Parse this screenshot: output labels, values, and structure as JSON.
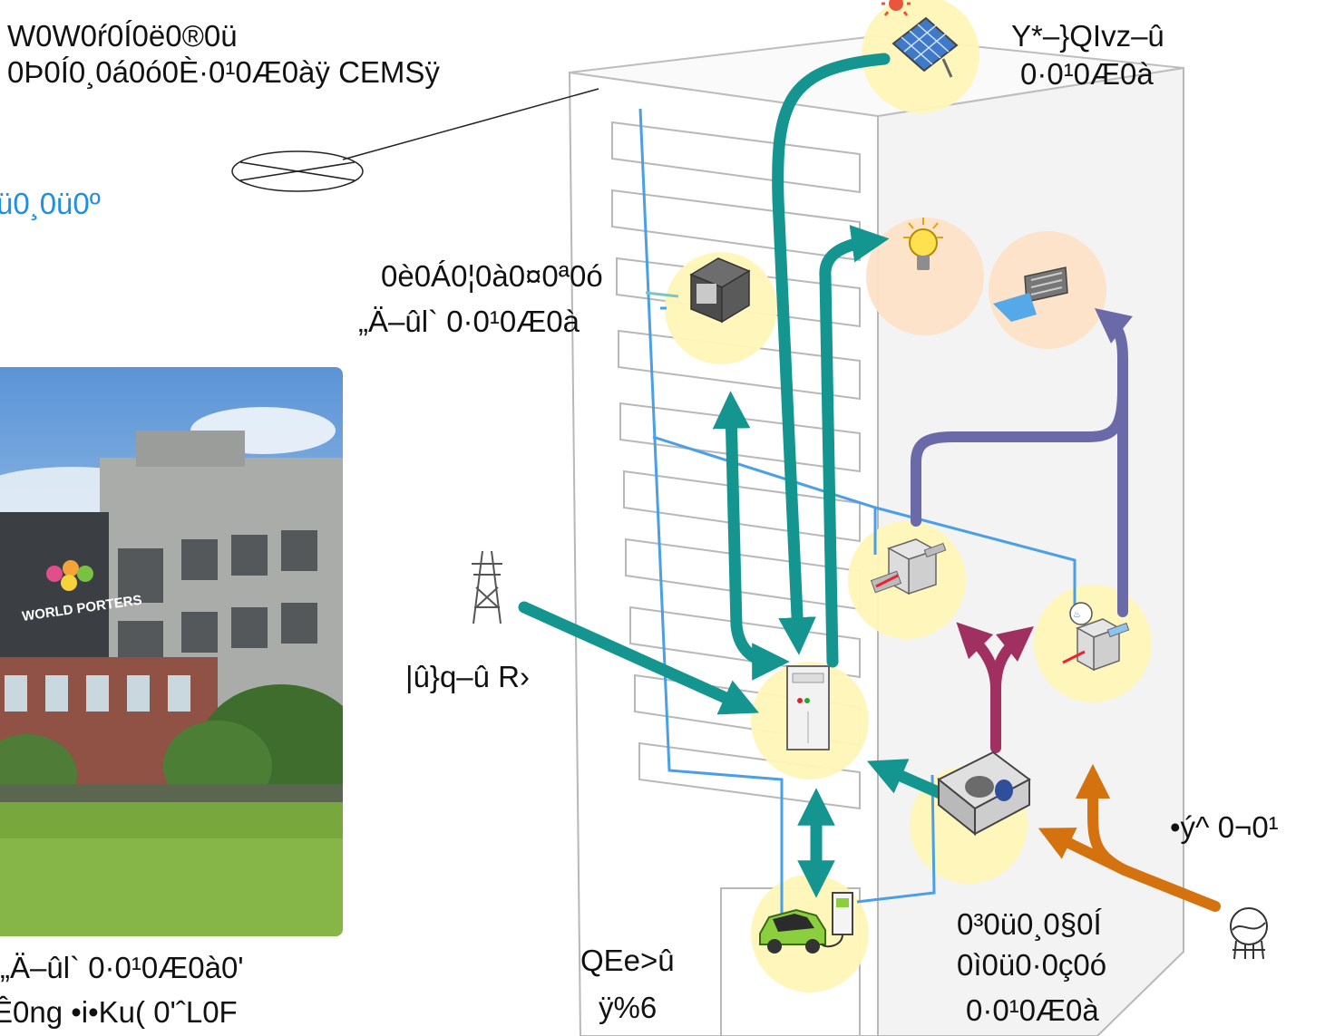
{
  "labels": {
    "top_left_line1": "W0W0ŕ0Í0ë0®0ü",
    "top_left_line2": "0Þ0Í0¸0á0ó0È·0¹0Æ0àÿ CEMSÿ",
    "accent_text": "ü0¸0ü0º",
    "solar_line1": "Y*–}QIvz–û",
    "solar_line2": "0·0¹0Æ0à",
    "storage_line1": "0è0Á0¦0à0¤0ª0ó",
    "storage_line2": "„Ä–ûl` 0·0¹0Æ0à",
    "grid_power": "|û}q–û R›",
    "gas": "•ý^  0¬0¹",
    "cogen_line1": "0³0ü0¸0§0Í",
    "cogen_line2": "0ì0ü0·0ç0ó",
    "cogen_line3": "0·0¹0Æ0à",
    "ev_line1": "QEe>û",
    "ev_line2": "ÿ%6",
    "photo_cap_line1": "„Ä–ûl` 0·0¹0Æ0à0'",
    "photo_cap_line2": "Ê0ng •i•Ku(  0'ˆL0F"
  },
  "photo": {
    "sign_text": "WORLD PORTERS"
  },
  "icons": [
    "sun-icon",
    "solar-panel-icon",
    "light-bulb-icon",
    "air-outlet-icon",
    "battery-icon",
    "transmission-tower-icon",
    "distribution-panel-icon",
    "heat-pump-icon",
    "absorption-chiller-icon",
    "generator-icon",
    "electric-car-icon",
    "charger-icon",
    "gas-tank-icon"
  ],
  "colors": {
    "electric_flow": "#14958f",
    "heat_flow": "#6a6aa8",
    "exhaust_heat_flow": "#a0305f",
    "gas_flow": "#d4720f",
    "wiring": "#4a9fe6",
    "node_yellow": "#fff6b8",
    "node_peach": "#fde2c6"
  }
}
